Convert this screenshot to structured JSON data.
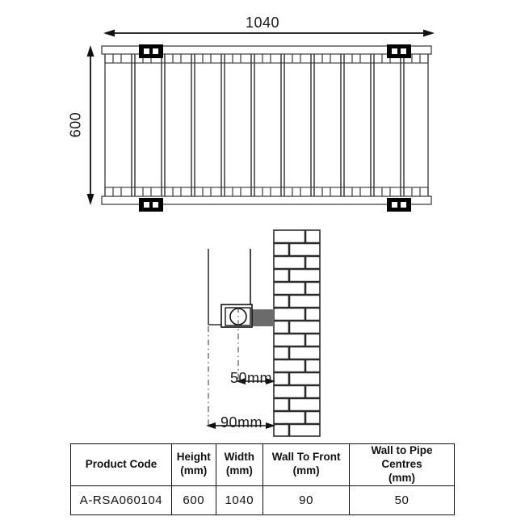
{
  "drawing": {
    "title": "Radiator technical dimension drawing",
    "front_view": {
      "name": "front-elevation",
      "width_dimension_label": "1040",
      "height_dimension_label": "600",
      "panel_count": 11,
      "bracket_count": 4
    },
    "side_view": {
      "name": "side-section-view",
      "wall_to_pipe_label": "50mm",
      "wall_to_front_label": "90mm",
      "wall_material": "brick"
    }
  },
  "table": {
    "name": "product-spec-table",
    "headers": [
      "Product Code",
      "Height\n(mm)",
      "Width\n(mm)",
      "Wall To Front\n(mm)",
      "Wall to Pipe Centres\n(mm)"
    ],
    "header_lines": [
      {
        "line1": "Product Code",
        "line2": ""
      },
      {
        "line1": "Height",
        "line2": "(mm)"
      },
      {
        "line1": "Width",
        "line2": "(mm)"
      },
      {
        "line1": "Wall To Front",
        "line2": "(mm)"
      },
      {
        "line1": "Wall to Pipe Centres",
        "line2": "(mm)"
      }
    ],
    "rows": [
      {
        "product_code": "A-RSA060104",
        "height_mm": "600",
        "width_mm": "1040",
        "wall_to_front_mm": "90",
        "wall_to_pipe_centres_mm": "50"
      }
    ]
  },
  "colors": {
    "line": "#111111",
    "panel_edge": "#555555",
    "bracket_fill": "#000000",
    "bracket_arm_gray": "#6b6b6b",
    "brick_mortar": "#2b2b2b",
    "background": "#ffffff"
  }
}
